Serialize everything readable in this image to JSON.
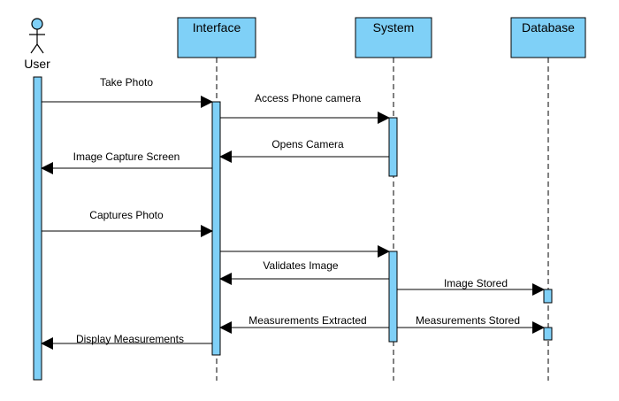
{
  "colors": {
    "fill": "#7fd0f7",
    "stroke": "#000000",
    "line": "#000000",
    "background": "#ffffff"
  },
  "actor": {
    "label": "User",
    "icon": "stick-figure-icon"
  },
  "participants": [
    {
      "id": "interface",
      "label": "Interface"
    },
    {
      "id": "system",
      "label": "System"
    },
    {
      "id": "database",
      "label": "Database"
    }
  ],
  "messages": [
    {
      "label": "Take Photo",
      "from": "user",
      "to": "interface"
    },
    {
      "label": "Access Phone camera",
      "from": "interface",
      "to": "system"
    },
    {
      "label": "Opens Camera",
      "from": "system",
      "to": "interface"
    },
    {
      "label": "Image Capture Screen",
      "from": "interface",
      "to": "user"
    },
    {
      "label": "Captures Photo",
      "from": "user",
      "to": "interface"
    },
    {
      "label": "",
      "from": "interface",
      "to": "system"
    },
    {
      "label": "Validates Image",
      "from": "system",
      "to": "interface"
    },
    {
      "label": "Image Stored",
      "from": "system",
      "to": "database"
    },
    {
      "label": "Measurements Extracted",
      "from": "system",
      "to": "interface"
    },
    {
      "label": "Measurements Stored",
      "from": "system",
      "to": "database"
    },
    {
      "label": "Display Measurements",
      "from": "interface",
      "to": "user"
    }
  ]
}
